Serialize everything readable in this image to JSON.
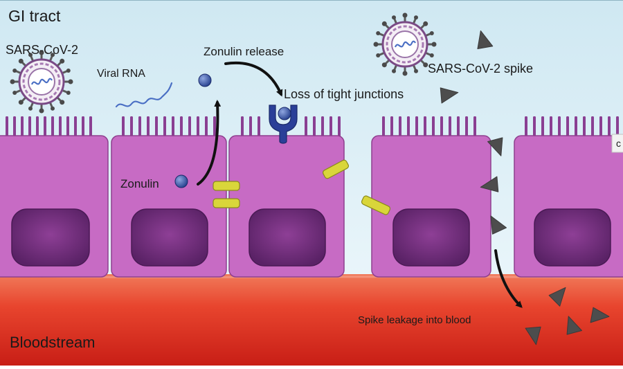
{
  "labels": {
    "region_top": "GI tract",
    "region_bottom": "Bloodstream",
    "virus": "SARS-CoV-2",
    "viral_rna": "Viral RNA",
    "zonulin_release": "Zonulin release",
    "spike": "SARS-CoV-2 spike",
    "loss_tight_junctions": "Loss of tight junctions",
    "zonulin": "Zonulin",
    "spike_leakage": "Spike leakage into blood",
    "edge_fragment": "c"
  },
  "colors": {
    "lumen": "#d9eef6",
    "cell_fill": "#c76bc4",
    "cell_stroke": "#8e3f8e",
    "nucleus": "#6d2c7a",
    "microvilli": "#8a3f92",
    "blood_light": "#ec5a3f",
    "blood_dark": "#c81e16",
    "zonulin": "#3d5aa8",
    "receptor": "#2a3f98",
    "tight_junction": "#d9d63a",
    "spike": "#4d4d4d",
    "virus_envelope": "#8a5a96",
    "virus_spikes": "#5a5a5a",
    "rna": "#4a6fc4"
  },
  "icons": [
    "virus-icon",
    "viral-rna-icon",
    "zonulin-icon",
    "receptor-icon",
    "tight-junction-icon",
    "spike-protein-icon",
    "arrow-icon"
  ]
}
